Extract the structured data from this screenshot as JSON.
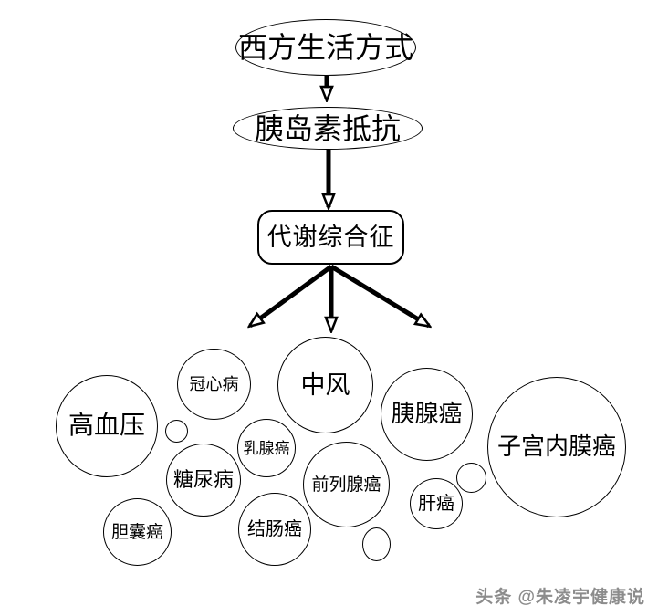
{
  "diagram": {
    "flow_nodes": {
      "western_lifestyle": {
        "label": "西方生活方式",
        "shape": "ellipse"
      },
      "insulin_resistance": {
        "label": "胰岛素抵抗",
        "shape": "ellipse"
      },
      "metabolic_syndrome": {
        "label": "代谢综合征",
        "shape": "rounded-rect"
      }
    },
    "edges": [
      {
        "from": "western_lifestyle",
        "to": "insulin_resistance",
        "style": "thick-line-hollow-arrow"
      },
      {
        "from": "insulin_resistance",
        "to": "metabolic_syndrome",
        "style": "thick-line-hollow-arrow"
      },
      {
        "from": "metabolic_syndrome",
        "to": "disease-cluster-left",
        "style": "thick-line-hollow-arrow"
      },
      {
        "from": "metabolic_syndrome",
        "to": "disease-cluster-center",
        "style": "thick-line-hollow-arrow"
      },
      {
        "from": "metabolic_syndrome",
        "to": "disease-cluster-right",
        "style": "thick-line-hollow-arrow"
      }
    ],
    "diseases": {
      "hypertension": {
        "label": "高血压"
      },
      "coronary_heart": {
        "label": "冠心病"
      },
      "stroke": {
        "label": "中风"
      },
      "breast_cancer": {
        "label": "乳腺癌"
      },
      "diabetes": {
        "label": "糖尿病"
      },
      "colon_cancer": {
        "label": "结肠癌"
      },
      "gallbladder_cancer": {
        "label": "胆囊癌"
      },
      "pancreatic_cancer": {
        "label": "胰腺癌"
      },
      "prostate_cancer": {
        "label": "前列腺癌"
      },
      "endometrial_cancer": {
        "label": "子宫内膜癌"
      },
      "liver_cancer": {
        "label": "肝癌"
      }
    },
    "decorative_empty_circles": 3,
    "colors": {
      "line": "#000000",
      "shape_fill": "#ffffff",
      "background": "#ffffff",
      "watermark_gray": "#8c8c8c"
    }
  },
  "watermark": {
    "text": "头条 @朱凌宇健康说"
  }
}
